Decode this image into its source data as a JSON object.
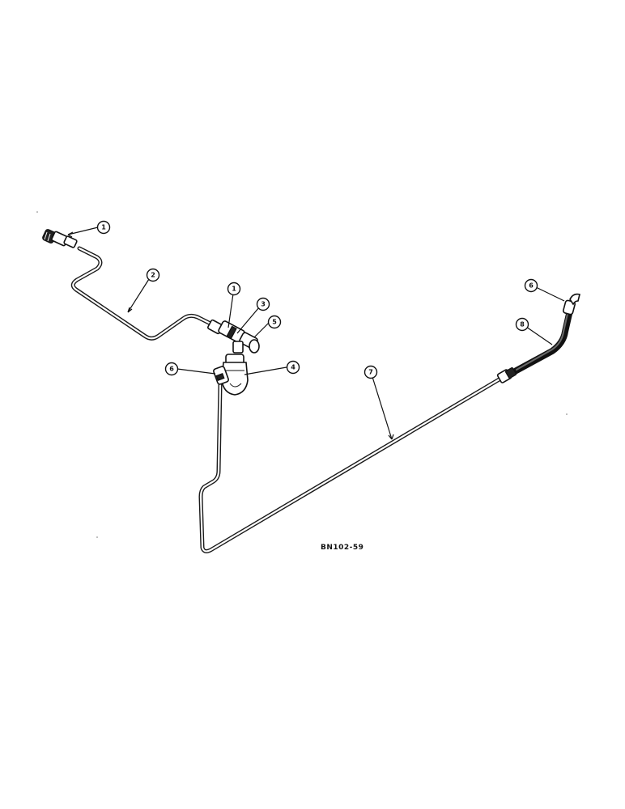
{
  "figure_code": "BN102-59",
  "callouts": [
    {
      "id": "callout-1a",
      "label": "1"
    },
    {
      "id": "callout-2",
      "label": "2"
    },
    {
      "id": "callout-1b",
      "label": "1"
    },
    {
      "id": "callout-3",
      "label": "3"
    },
    {
      "id": "callout-5",
      "label": "5"
    },
    {
      "id": "callout-4",
      "label": "4"
    },
    {
      "id": "callout-6a",
      "label": "6"
    },
    {
      "id": "callout-7",
      "label": "7"
    },
    {
      "id": "callout-6b",
      "label": "6"
    },
    {
      "id": "callout-8",
      "label": "8"
    }
  ]
}
